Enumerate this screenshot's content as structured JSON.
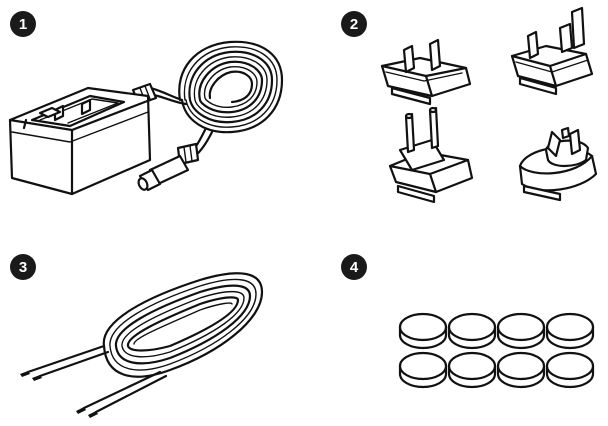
{
  "items": [
    {
      "number": "1",
      "icon": "power-adapter-icon"
    },
    {
      "number": "2",
      "icon": "plug-adapters-icon"
    },
    {
      "number": "3",
      "icon": "speaker-wire-icon"
    },
    {
      "number": "4",
      "icon": "rubber-feet-icon"
    }
  ],
  "colors": {
    "ink": "#111111",
    "badge": "#1a1a1a",
    "paper": "#ffffff"
  }
}
